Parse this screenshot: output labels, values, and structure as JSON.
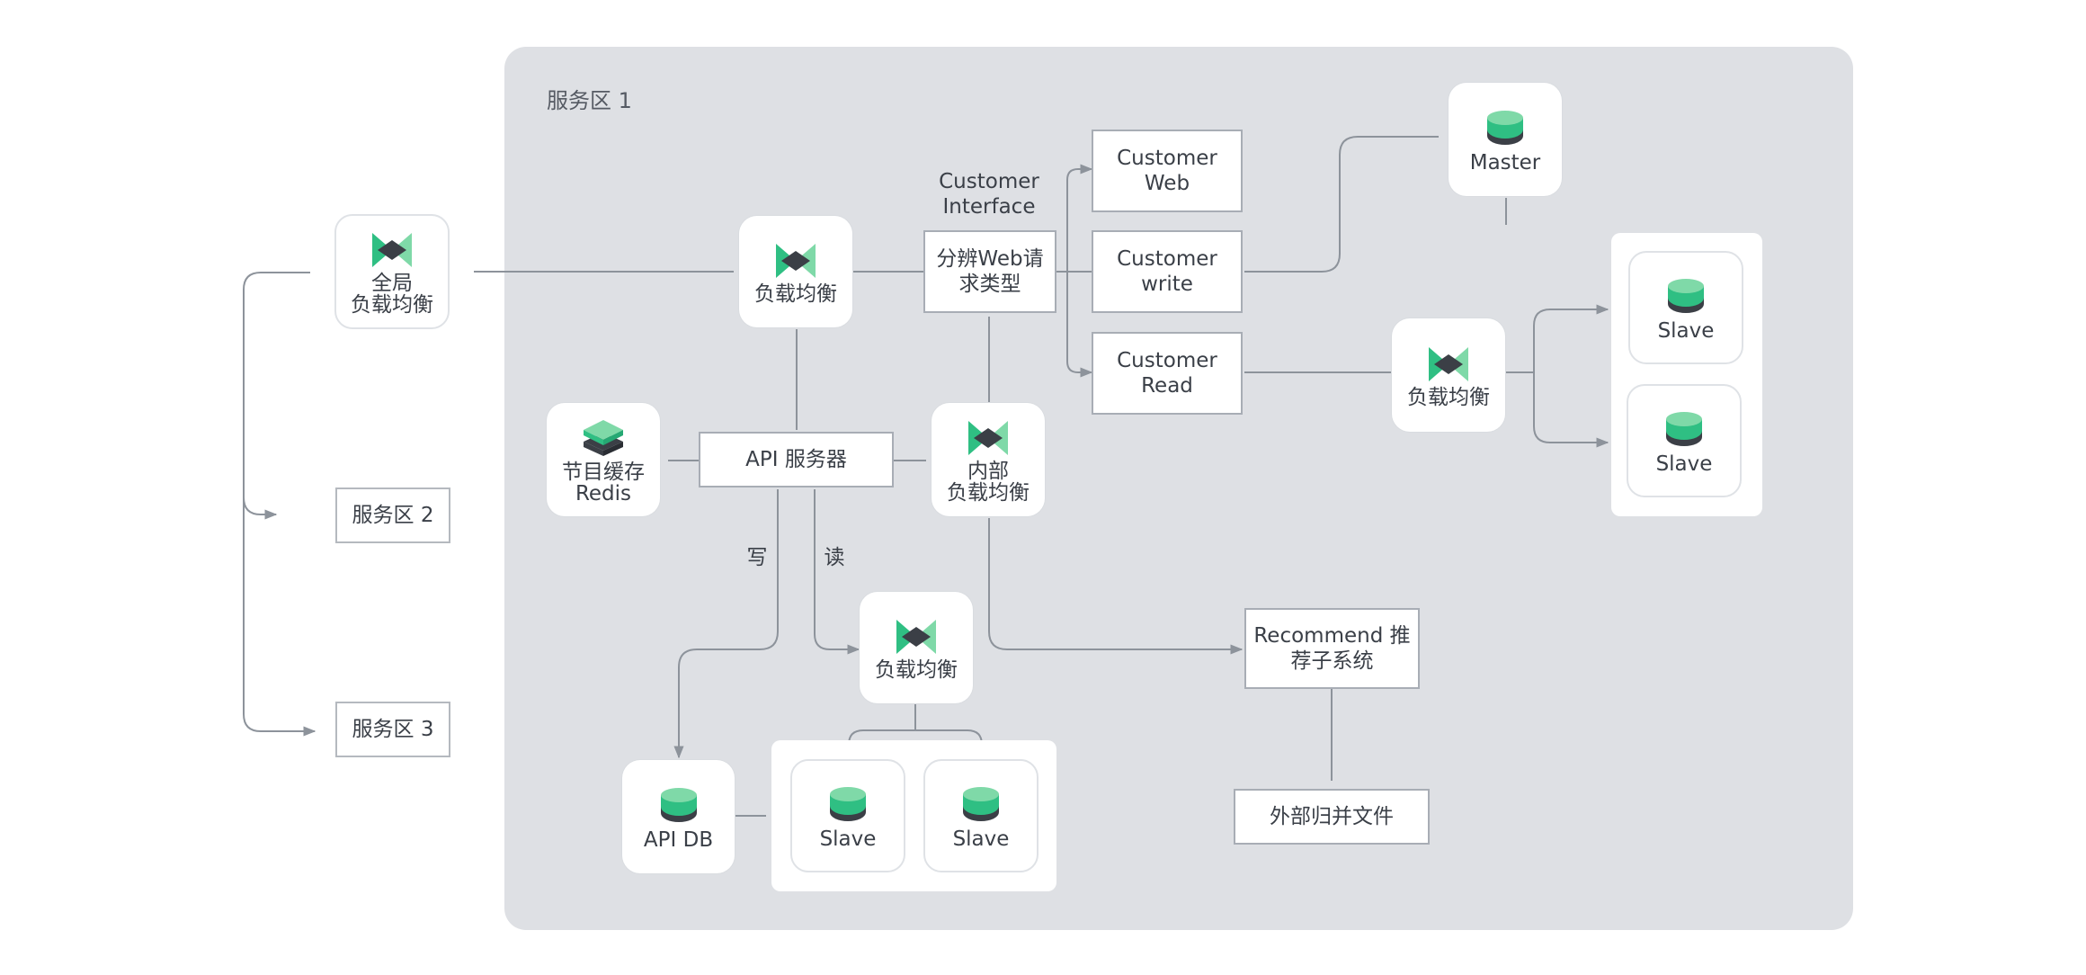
{
  "zones": {
    "main_title": "服务区 1",
    "zone2": "服务区 2",
    "zone3": "服务区 3"
  },
  "nodes": {
    "global_lb": "全局\n负载均衡",
    "front_lb": "负载均衡",
    "customer_interface": "Customer\nInterface",
    "dispatch": "分辨Web请\n求类型",
    "customer_web": "Customer\nWeb",
    "customer_write": "Customer\nwrite",
    "customer_read": "Customer\nRead",
    "master": "Master",
    "read_lb": "负载均衡",
    "slave_a": "Slave",
    "slave_b": "Slave",
    "redis": "节目缓存\nRedis",
    "api_server": "API 服务器",
    "internal_lb": "内部\n负载均衡",
    "write_label": "写",
    "read_label": "读",
    "api_lb": "负载均衡",
    "api_db": "API DB",
    "slave_c": "Slave",
    "slave_d": "Slave",
    "recommend": "Recommend 推\n荐子系统",
    "external_merge": "外部归并文件"
  },
  "icons": {
    "load_balancer": "load-balancer-icon",
    "database": "database-icon",
    "cache": "cache-layer-icon"
  },
  "colors": {
    "zone_bg": "#dee0e4",
    "accent_green": "#2fbf83",
    "accent_green_light": "#7fd9a8",
    "dark": "#3b3f46",
    "line": "#8d939b"
  }
}
